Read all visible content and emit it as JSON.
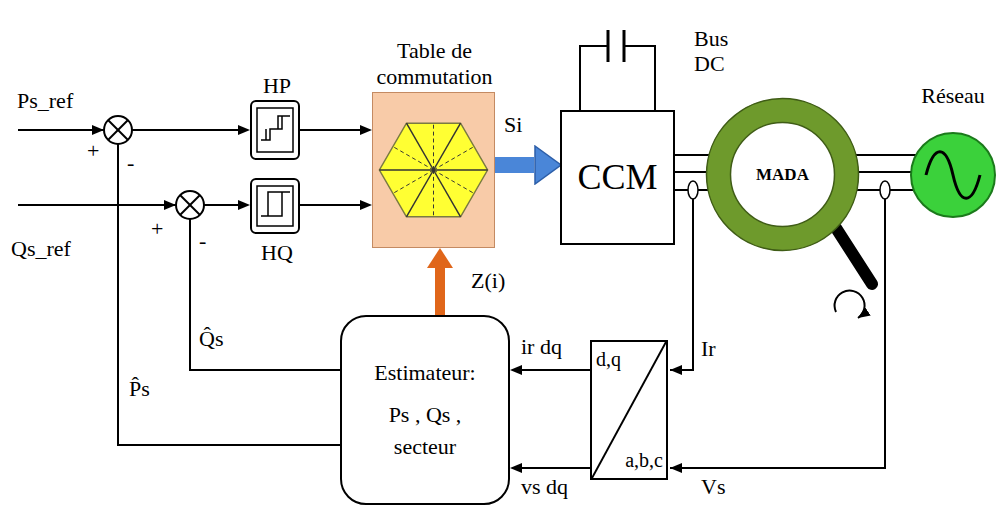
{
  "diagram": {
    "nodes": [
      {
        "text": [
          "HP"
        ]
      },
      {
        "text": [
          "HQ"
        ]
      },
      {
        "text": [
          "Table de commutation"
        ]
      },
      {
        "text": [
          "CCM"
        ]
      },
      {
        "text": [
          "MADA"
        ]
      },
      {
        "text": [
          "Réseau"
        ]
      },
      {
        "text": [
          "Estimateur:",
          "Ps , Qs , secteur"
        ]
      },
      {
        "text": [
          "d,q",
          "a,b,c"
        ]
      }
    ],
    "edges": [
      {
        "from": 0,
        "to": 2,
        "arrow": "to"
      },
      {
        "from": 1,
        "to": 2,
        "arrow": "to"
      },
      {
        "from": 2,
        "to": 3,
        "label": "Si",
        "arrow": "to"
      },
      {
        "from": 3,
        "to": 4,
        "arrow": "none"
      },
      {
        "from": 4,
        "to": 5,
        "arrow": "none"
      },
      {
        "from": 6,
        "to": 2,
        "label": "Z(i)",
        "arrow": "to"
      },
      {
        "from": 6,
        "to": 0,
        "label": "P̂s",
        "arrow": "to"
      },
      {
        "from": 6,
        "to": 1,
        "label": "Q̂s",
        "arrow": "to"
      },
      {
        "from": 7,
        "to": 6,
        "label": "ir dq",
        "arrow": "to"
      },
      {
        "from": 7,
        "to": 6,
        "label": "vs dq",
        "arrow": "to"
      }
    ],
    "labels": [
      "Ps_ref",
      "+",
      "-",
      "Qs_ref",
      "+",
      "-",
      "Bus DC",
      "Ir",
      "Vs"
    ]
  }
}
